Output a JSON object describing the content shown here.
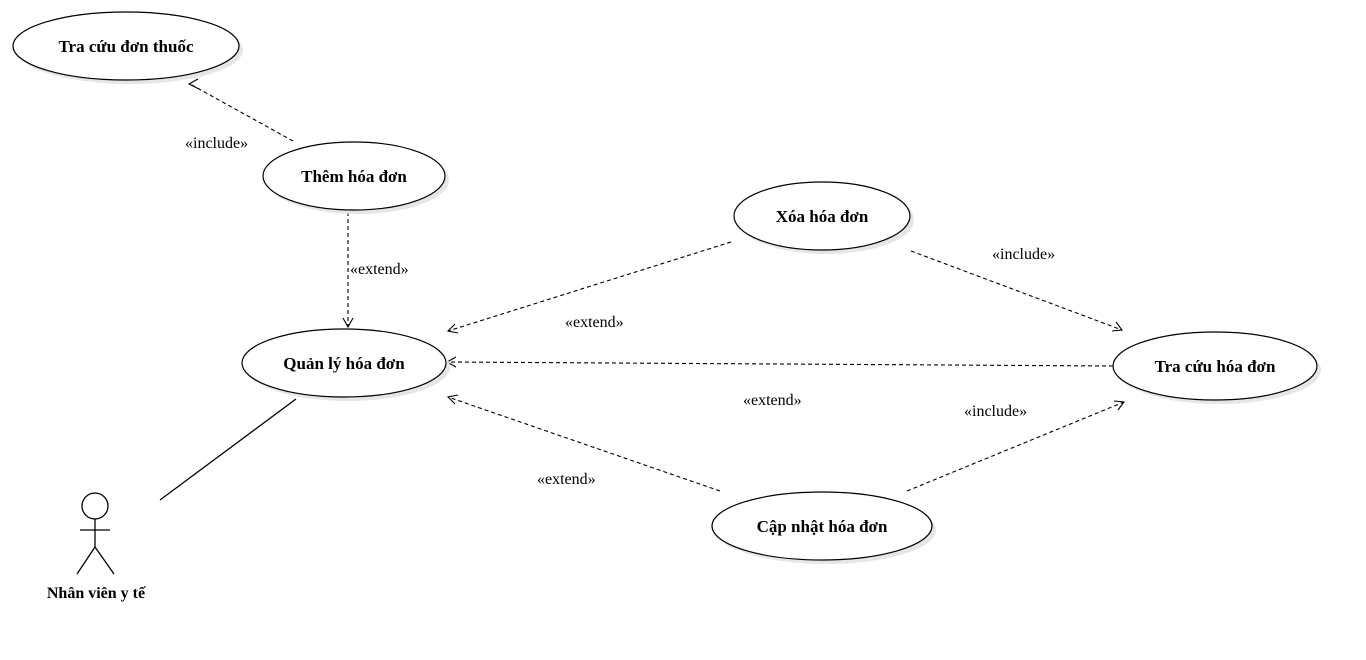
{
  "actor": {
    "name": "Nhân viên y tế"
  },
  "use_cases": {
    "tra_cuu_don_thuoc": "Tra cứu đơn thuốc",
    "them_hoa_don": "Thêm hóa đơn",
    "quan_ly_hoa_don": "Quản lý hóa đơn",
    "xoa_hoa_don": "Xóa hóa đơn",
    "tra_cuu_hoa_don": "Tra cứu hóa đơn",
    "cap_nhat_hoa_don": "Cập nhật hóa đơn"
  },
  "relations": {
    "them_to_tracuudonthuoc": "«include»",
    "them_to_quanly": "«extend»",
    "xoa_to_quanly": "«extend»",
    "xoa_to_tracuuhoadon": "«include»",
    "tracuuhoadon_to_quanly": "«extend»",
    "capnhat_to_quanly": "«extend»",
    "capnhat_to_tracuuhoadon": "«include»"
  }
}
